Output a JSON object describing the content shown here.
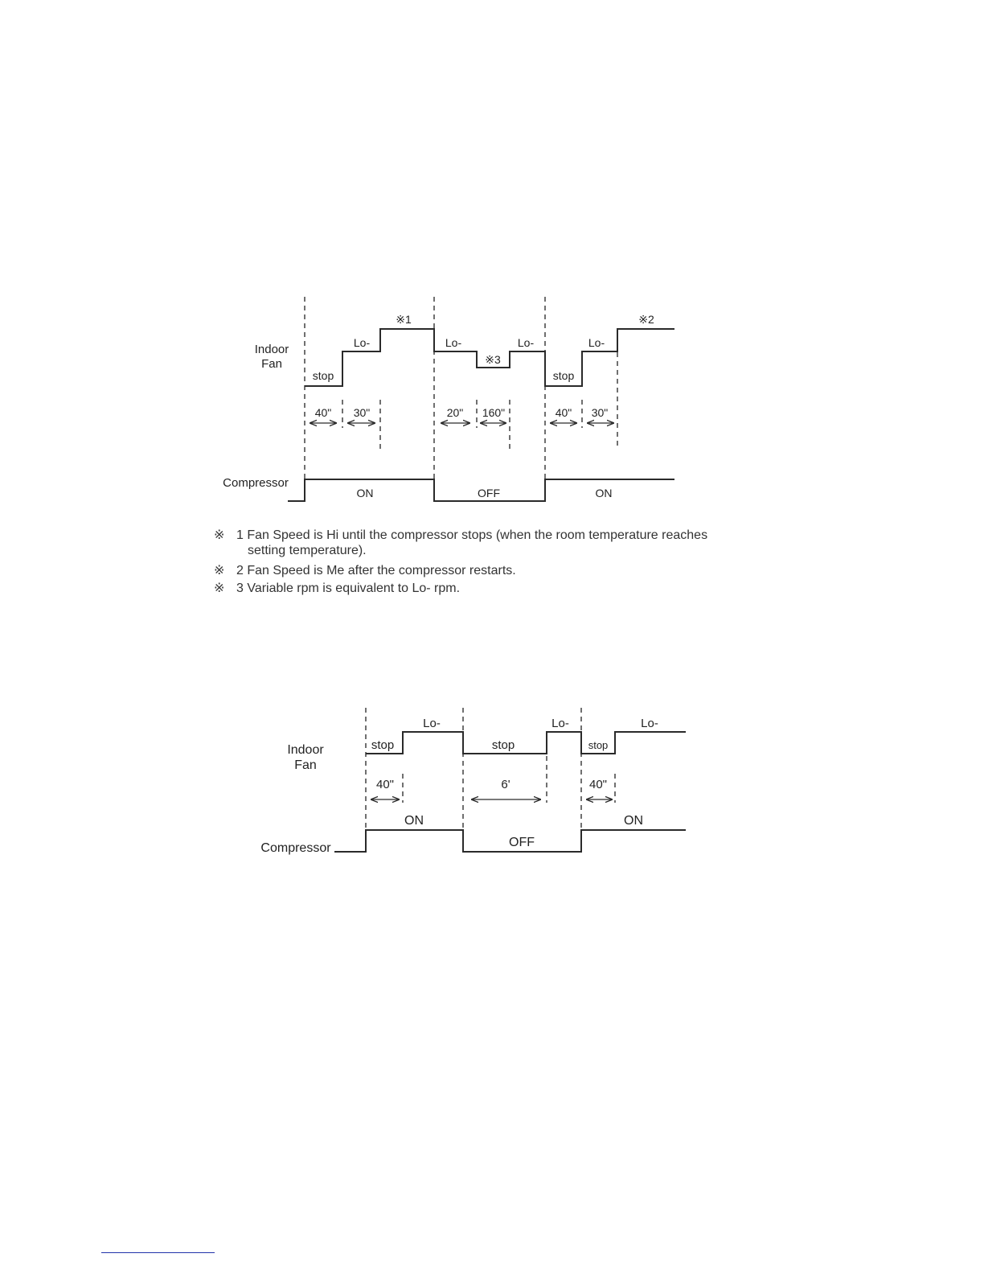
{
  "diagram1": {
    "indoor_fan_label_1": "Indoor",
    "indoor_fan_label_2": "Fan",
    "compressor_label": "Compressor",
    "fan_states": [
      "stop",
      "Lo-",
      "Lo-",
      "Lo-",
      "stop",
      "Lo-"
    ],
    "markers": [
      "※1",
      "※3",
      "※2"
    ],
    "durations": [
      "40\"",
      "30\"",
      "20\"",
      "160\"",
      "40\"",
      "30\""
    ],
    "compressor_states": [
      "ON",
      "OFF",
      "ON"
    ]
  },
  "notes": [
    {
      "symbol": "※",
      "text": "1 Fan Speed is Hi until the compressor stops (when the room temperature reaches",
      "cont": "setting temperature)."
    },
    {
      "symbol": "※",
      "text": "2 Fan Speed is Me after the compressor restarts."
    },
    {
      "symbol": "※",
      "text": "3 Variable rpm is equivalent to Lo- rpm."
    }
  ],
  "diagram2": {
    "indoor_fan_label_1": "Indoor",
    "indoor_fan_label_2": "Fan",
    "compressor_label": "Compressor",
    "fan_states": [
      "stop",
      "Lo-",
      "stop",
      "Lo-",
      "stop",
      "Lo-"
    ],
    "durations": [
      "40\"",
      "6'",
      "40\""
    ],
    "compressor_states": [
      "ON",
      "OFF",
      "ON"
    ]
  }
}
